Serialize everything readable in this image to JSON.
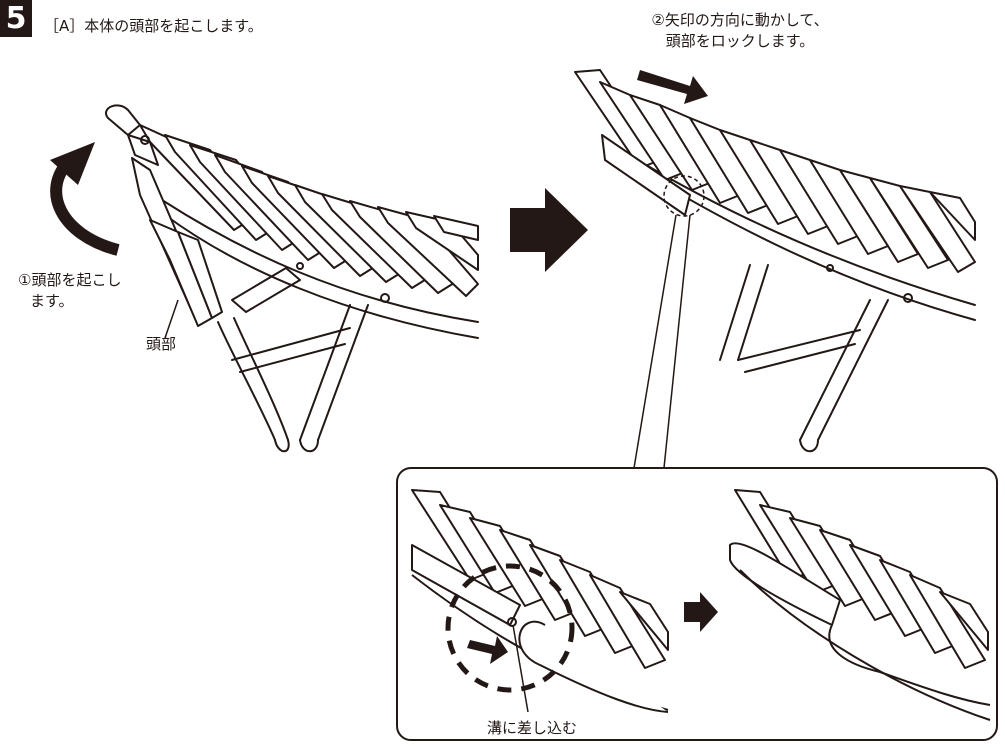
{
  "step": {
    "number": "5",
    "title": "［A］本体の頭部を起こします。"
  },
  "notes": {
    "raise_head_line1": "①頭部を起こし",
    "raise_head_line2": "ます。",
    "head_label": "頭部",
    "lock_line1": "②矢印の方向に動かして、",
    "lock_line2": "頭部をロックします。",
    "groove_label": "溝に差し込む"
  },
  "colors": {
    "ink": "#231815",
    "paper": "#ffffff"
  }
}
